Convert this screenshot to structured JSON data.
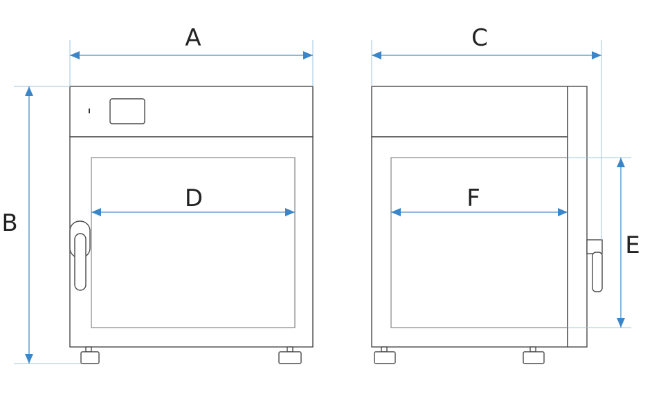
{
  "labels": {
    "a": "A",
    "b": "B",
    "c": "C",
    "d": "D",
    "e": "E",
    "f": "F"
  },
  "colors": {
    "dimension_line": "#4a8fc6",
    "arrowhead": "#3a86c8",
    "outline": "#4a4a4a"
  }
}
